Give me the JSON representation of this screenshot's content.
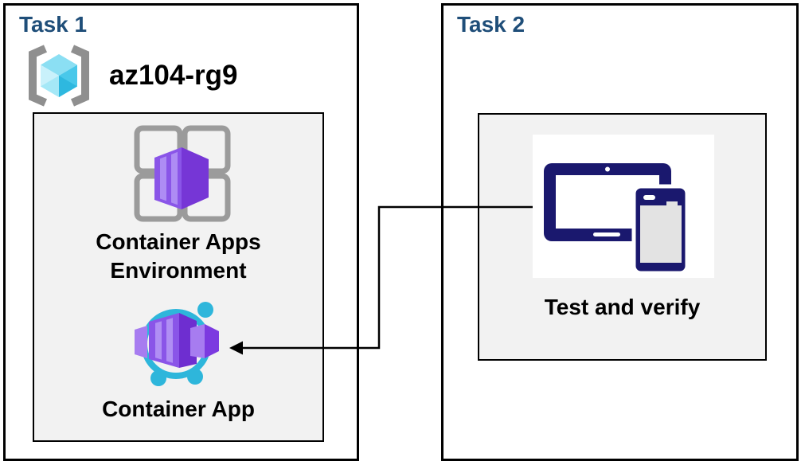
{
  "task1": {
    "title": "Task 1",
    "resource_group_name": "az104-rg9",
    "environment_label": "Container Apps Environment",
    "app_label": "Container App"
  },
  "task2": {
    "title": "Task 2",
    "test_label": "Test and verify"
  },
  "icons": {
    "resource_group": "resource-group-icon",
    "environment": "container-apps-environment-icon",
    "app": "container-app-icon",
    "devices": "devices-icon"
  },
  "colors": {
    "title_navy": "#1F4E79",
    "panel_gray": "#F2F2F2",
    "border_black": "#000000",
    "azure_cyan": "#2EB6DB",
    "purple_front": "#8A55E8",
    "purple_dark": "#6E2ED0",
    "device_navy": "#1A186E",
    "bracket_gray": "#8F8F8F",
    "cube_cyan_light": "#C9F1FB",
    "cube_cyan": "#49C8EA"
  }
}
